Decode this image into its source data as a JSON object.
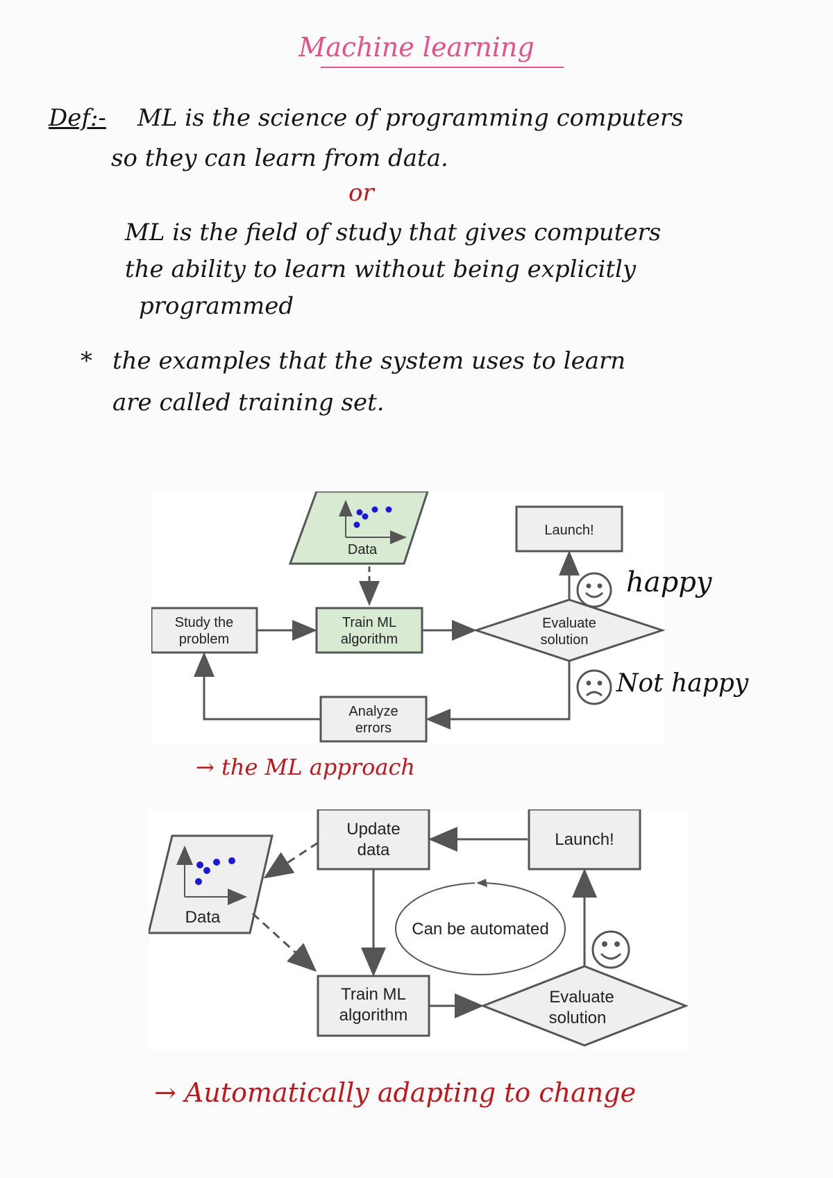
{
  "title": "Machine learning",
  "notes": {
    "def_label": "Def:-",
    "def_line1": "ML is the science of programming computers",
    "def_line2": "so they can learn from data.",
    "or": "or",
    "alt_line1": "ML is the field of study that gives computers",
    "alt_line2": "the ability to learn without being explicitly",
    "alt_line3": "programmed",
    "bullet": "*",
    "training_line1": "the examples that the system uses to learn",
    "training_line2": "are called training set."
  },
  "diagram1": {
    "data_label": "Data",
    "launch": "Launch!",
    "study_line1": "Study the",
    "study_line2": "problem",
    "train_line1": "Train ML",
    "train_line2": "algorithm",
    "evaluate_line1": "Evaluate",
    "evaluate_line2": "solution",
    "analyze_line1": "Analyze",
    "analyze_line2": "errors",
    "happy": "happy",
    "not_happy": "Not happy",
    "caption": "→ the ML approach"
  },
  "diagram2": {
    "data_label": "Data",
    "update_line1": "Update",
    "update_line2": "data",
    "launch": "Launch!",
    "automated": "Can be automated",
    "train_line1": "Train ML",
    "train_line2": "algorithm",
    "evaluate_line1": "Evaluate",
    "evaluate_line2": "solution",
    "caption": "→ Automatically adapting to change"
  },
  "colors": {
    "title_pink": "#e8508a",
    "ink_red": "#c2161b",
    "green_box": "#d9ead3",
    "gray_box": "#efefef",
    "dot_blue": "#1a1ad6"
  }
}
